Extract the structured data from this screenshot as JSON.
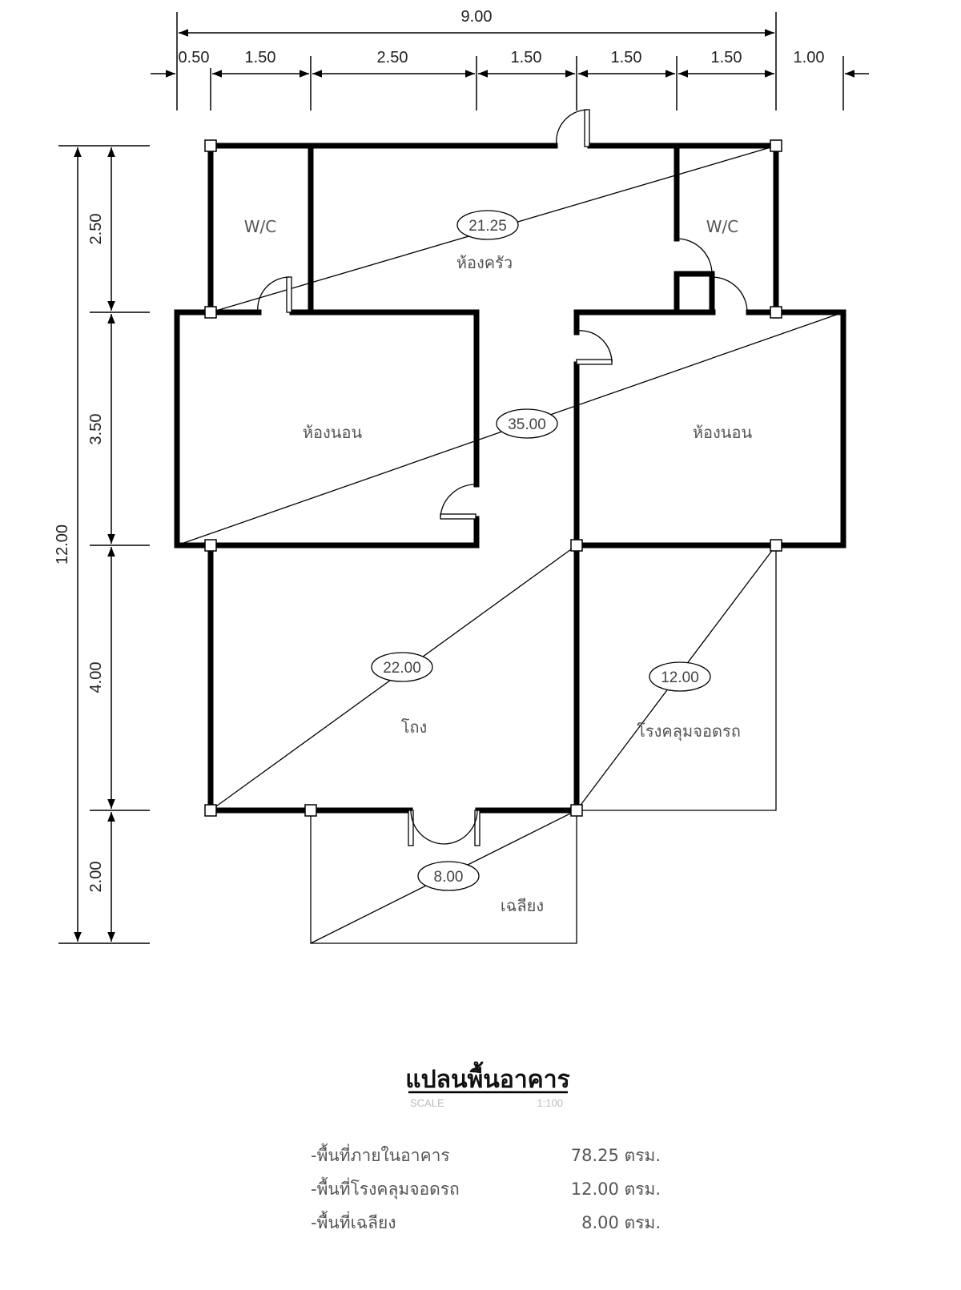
{
  "dimensions": {
    "overall_width": "9.00",
    "segments_top": [
      "0.50",
      "1.50",
      "2.50",
      "1.50",
      "1.50",
      "1.50",
      "1.00"
    ],
    "overall_depth": "12.00",
    "segments_left": [
      "2.50",
      "3.50",
      "4.00",
      "2.00"
    ]
  },
  "rooms": {
    "wc_left": "W/C",
    "wc_right": "W/C",
    "kitchen": "ห้องครัว",
    "bedroom_left": "ห้องนอน",
    "bedroom_right": "ห้องนอน",
    "hall": "โถง",
    "carport": "โรงคลุมจอดรถ",
    "porch": "เฉลียง"
  },
  "areas": {
    "kitchen": "21.25",
    "bedrooms": "35.00",
    "hall": "22.00",
    "carport": "12.00",
    "porch": "8.00"
  },
  "title": "แปลนพื้นอาคาร",
  "scale_label": "SCALE",
  "scale_value": "1:100",
  "summary": [
    {
      "label": "-พื้นที่ภายในอาคาร",
      "value": "78.25 ตรม."
    },
    {
      "label": "-พื้นที่โรงคลุมจอดรถ",
      "value": "12.00 ตรม."
    },
    {
      "label": "-พื้นที่เฉลียง",
      "value": "8.00 ตรม."
    }
  ]
}
